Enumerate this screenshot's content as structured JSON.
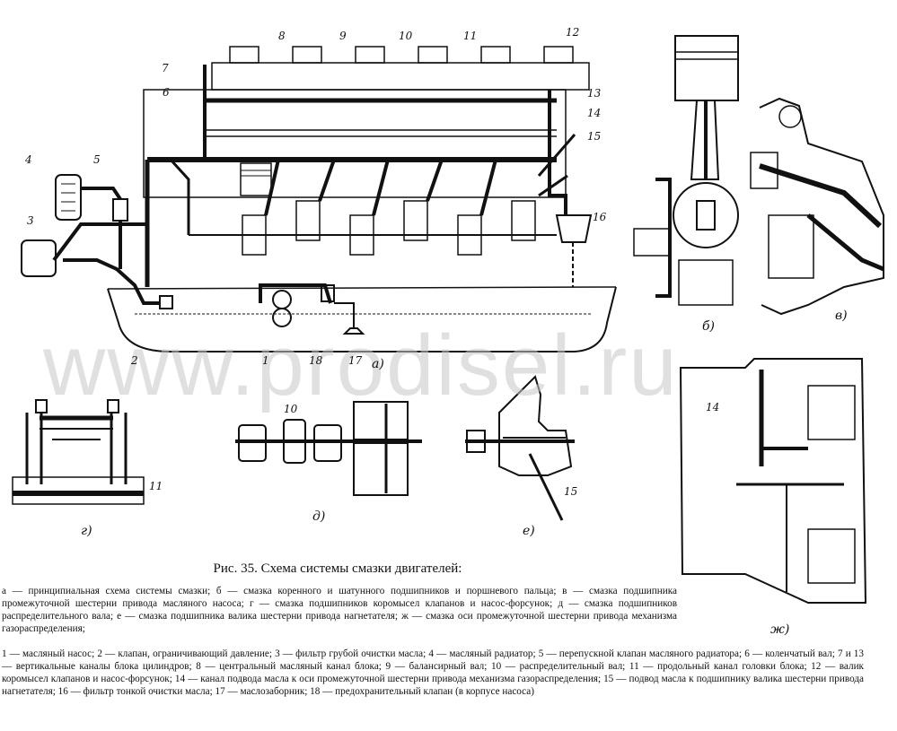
{
  "figure": {
    "watermark": "www.prodisel.ru",
    "caption_title": "Рис. 35. Схема системы смазки двигателей:",
    "caption_views": "а — принципиальная схема системы смазки; б — смазка коренного и шатунного подшипников и поршневого пальца; в — смазка подшипника промежуточной шестерни привода масляного насоса; г — смазка подшипников коромысел клапанов и насос-форсунок; д — смазка подшипников распределительного вала; е — смазка подшипника валика шестерни привода нагнетателя; ж — смазка оси промежуточной шестерни привода механизма газораспределения;",
    "caption_legend": "1 — масляный насос; 2 — клапан, ограничивающий давление; 3 — фильтр грубой очистки масла; 4 — масляный радиатор; 5 — перепускной клапан масляного радиатора; 6 — коленчатый вал; 7 и 13 — вертикальные каналы блока цилиндров; 8 — центральный масляный канал блока; 9 — балансирный вал; 10 — распределительный вал; 11 — продольный канал головки блока; 12 — валик коромысел клапанов и насос-форсунок; 14 — канал подвода масла к оси промежуточной шестерни привода механизма газораспределения; 15 — подвод масла к подшипнику валика шестерни привода нагнетателя; 16 — фильтр тонкой очистки масла; 17 — маслозаборник; 18 — предохранительный клапан (в корпусе насоса)"
  },
  "callouts": {
    "n1": "1",
    "n2": "2",
    "n3": "3",
    "n4": "4",
    "n5": "5",
    "n6": "6",
    "n7": "7",
    "n8": "8",
    "n9": "9",
    "n10": "10",
    "n11": "11",
    "n12": "12",
    "n13": "13",
    "n14": "14",
    "n15": "15",
    "n16": "16",
    "n17": "17",
    "n18": "18",
    "d10": "10",
    "g11": "11",
    "e15": "15",
    "zh14": "14"
  },
  "views": {
    "a": "а)",
    "b": "б)",
    "v": "в)",
    "g": "г)",
    "d": "д)",
    "e": "е)",
    "zh": "ж)"
  }
}
